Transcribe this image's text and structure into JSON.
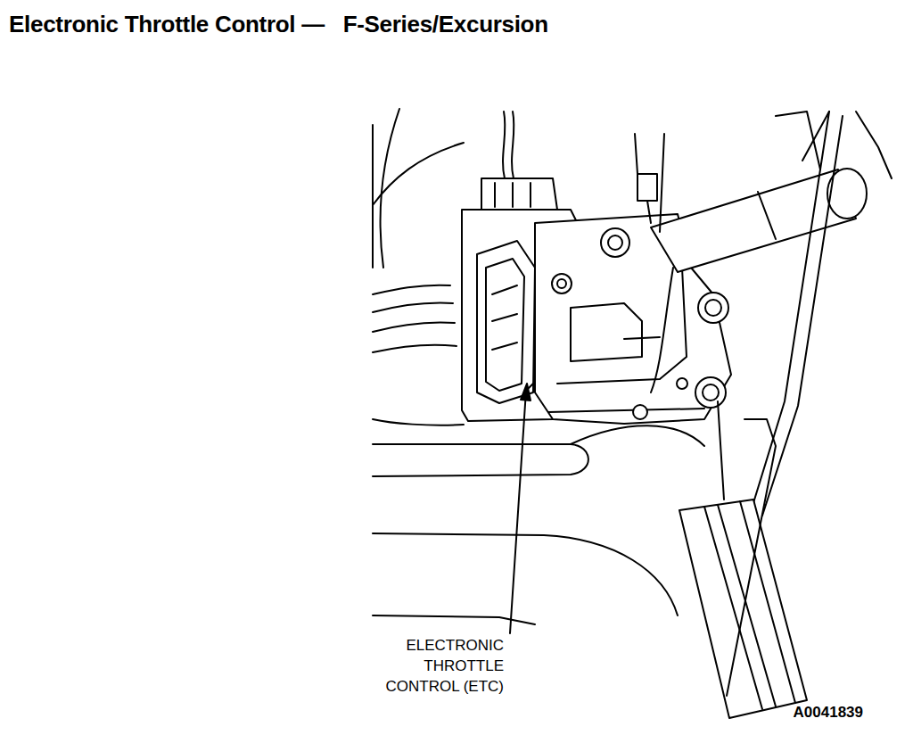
{
  "diagram": {
    "title": "Electronic Throttle Control —   F-Series/Excursion",
    "labels": [
      "ELECTRONIC THROTTLE CONTROL (ETC)",
      "A0041839"
    ]
  }
}
